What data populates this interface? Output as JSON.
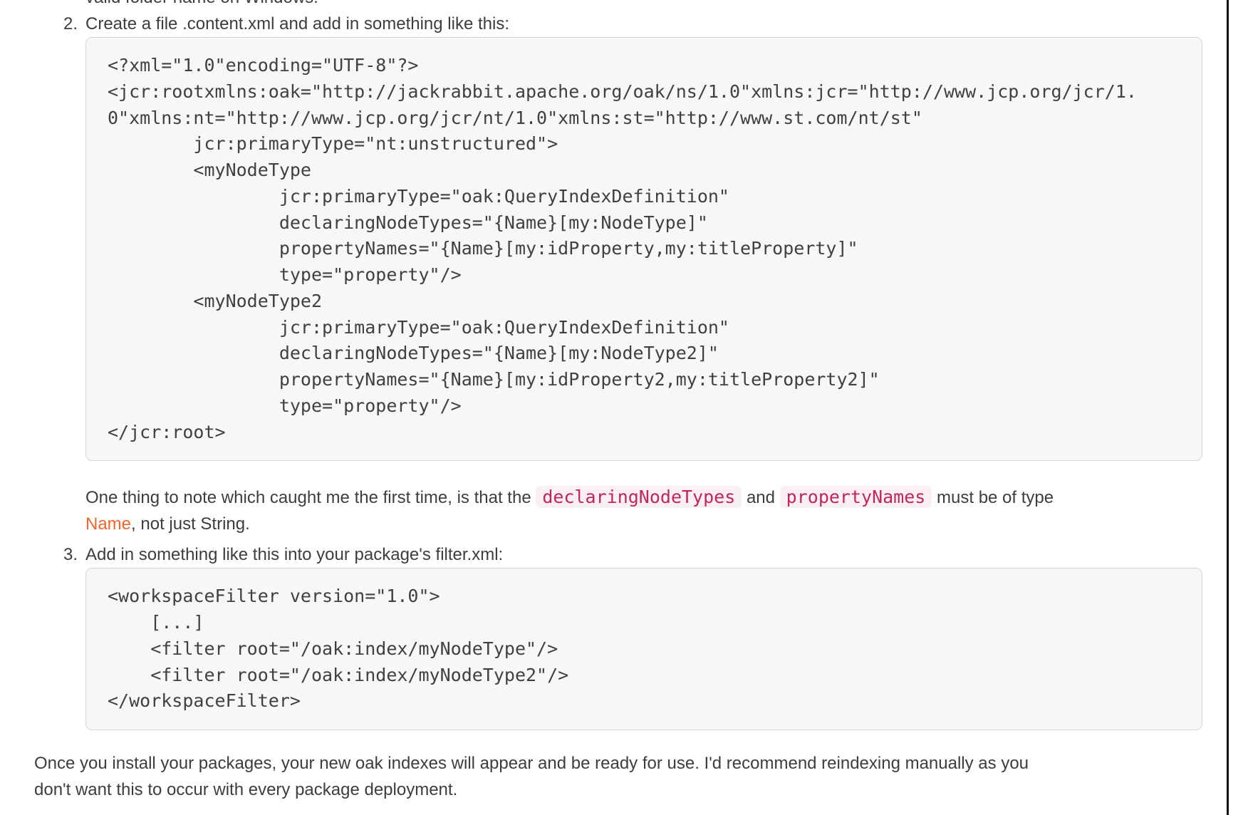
{
  "page": {
    "cutoff_line": "valid folder name on Windows.",
    "steps": [
      {
        "number": "2.",
        "label": "Create a file .content.xml and add in something like this:",
        "code_lines": [
          "<?xml=\"1.0\"encoding=\"UTF-8\"?>",
          "<jcr:rootxmlns:oak=\"http://jackrabbit.apache.org/oak/ns/1.0\"xmlns:jcr=\"http://www.jcp.org/jcr/1.",
          "0\"xmlns:nt=\"http://www.jcp.org/jcr/nt/1.0\"xmlns:st=\"http://www.st.com/nt/st\"",
          "        jcr:primaryType=\"nt:unstructured\">",
          "        <myNodeType",
          "                jcr:primaryType=\"oak:QueryIndexDefinition\"",
          "                declaringNodeTypes=\"{Name}[my:NodeType]\"",
          "                propertyNames=\"{Name}[my:idProperty,my:titleProperty]\"",
          "                type=\"property\"/>",
          "        <myNodeType2",
          "                jcr:primaryType=\"oak:QueryIndexDefinition\"",
          "                declaringNodeTypes=\"{Name}[my:NodeType2]\"",
          "                propertyNames=\"{Name}[my:idProperty2,my:titleProperty2]\"",
          "                type=\"property\"/>",
          "</jcr:root>"
        ]
      },
      {
        "number": "3.",
        "label": "Add in something like this into your package's filter.xml:",
        "code_lines": [
          "<workspaceFilter version=\"1.0\">",
          "    [...]",
          "    <filter root=\"/oak:index/myNodeType\"/>",
          "    <filter root=\"/oak:index/myNodeType2\"/>",
          "</workspaceFilter>"
        ]
      }
    ],
    "note": {
      "text_1": "One thing to note which caught me the first time, is that the ",
      "inline_code_1": "declaringNodeTypes",
      "text_2": " and ",
      "inline_code_2": "propertyNames",
      "text_3": " must be of type",
      "link_text": "Name",
      "text_4": ", not just String."
    },
    "closing": {
      "line_1": "Once you install your packages, your new oak indexes will appear and be ready for use. I'd recommend reindexing manually as you",
      "line_2": "don't want this to occur with every package deployment."
    }
  },
  "colors": {
    "body_text": "#3d3d3f",
    "code_text": "#403f41",
    "code_block_bg": "#f7f7f8",
    "code_block_border": "#d7d7d9",
    "inline_code_text": "#c2255c",
    "inline_code_bg": "#faf0f4",
    "link": "#f06529",
    "divider": "#0a0a0a"
  }
}
